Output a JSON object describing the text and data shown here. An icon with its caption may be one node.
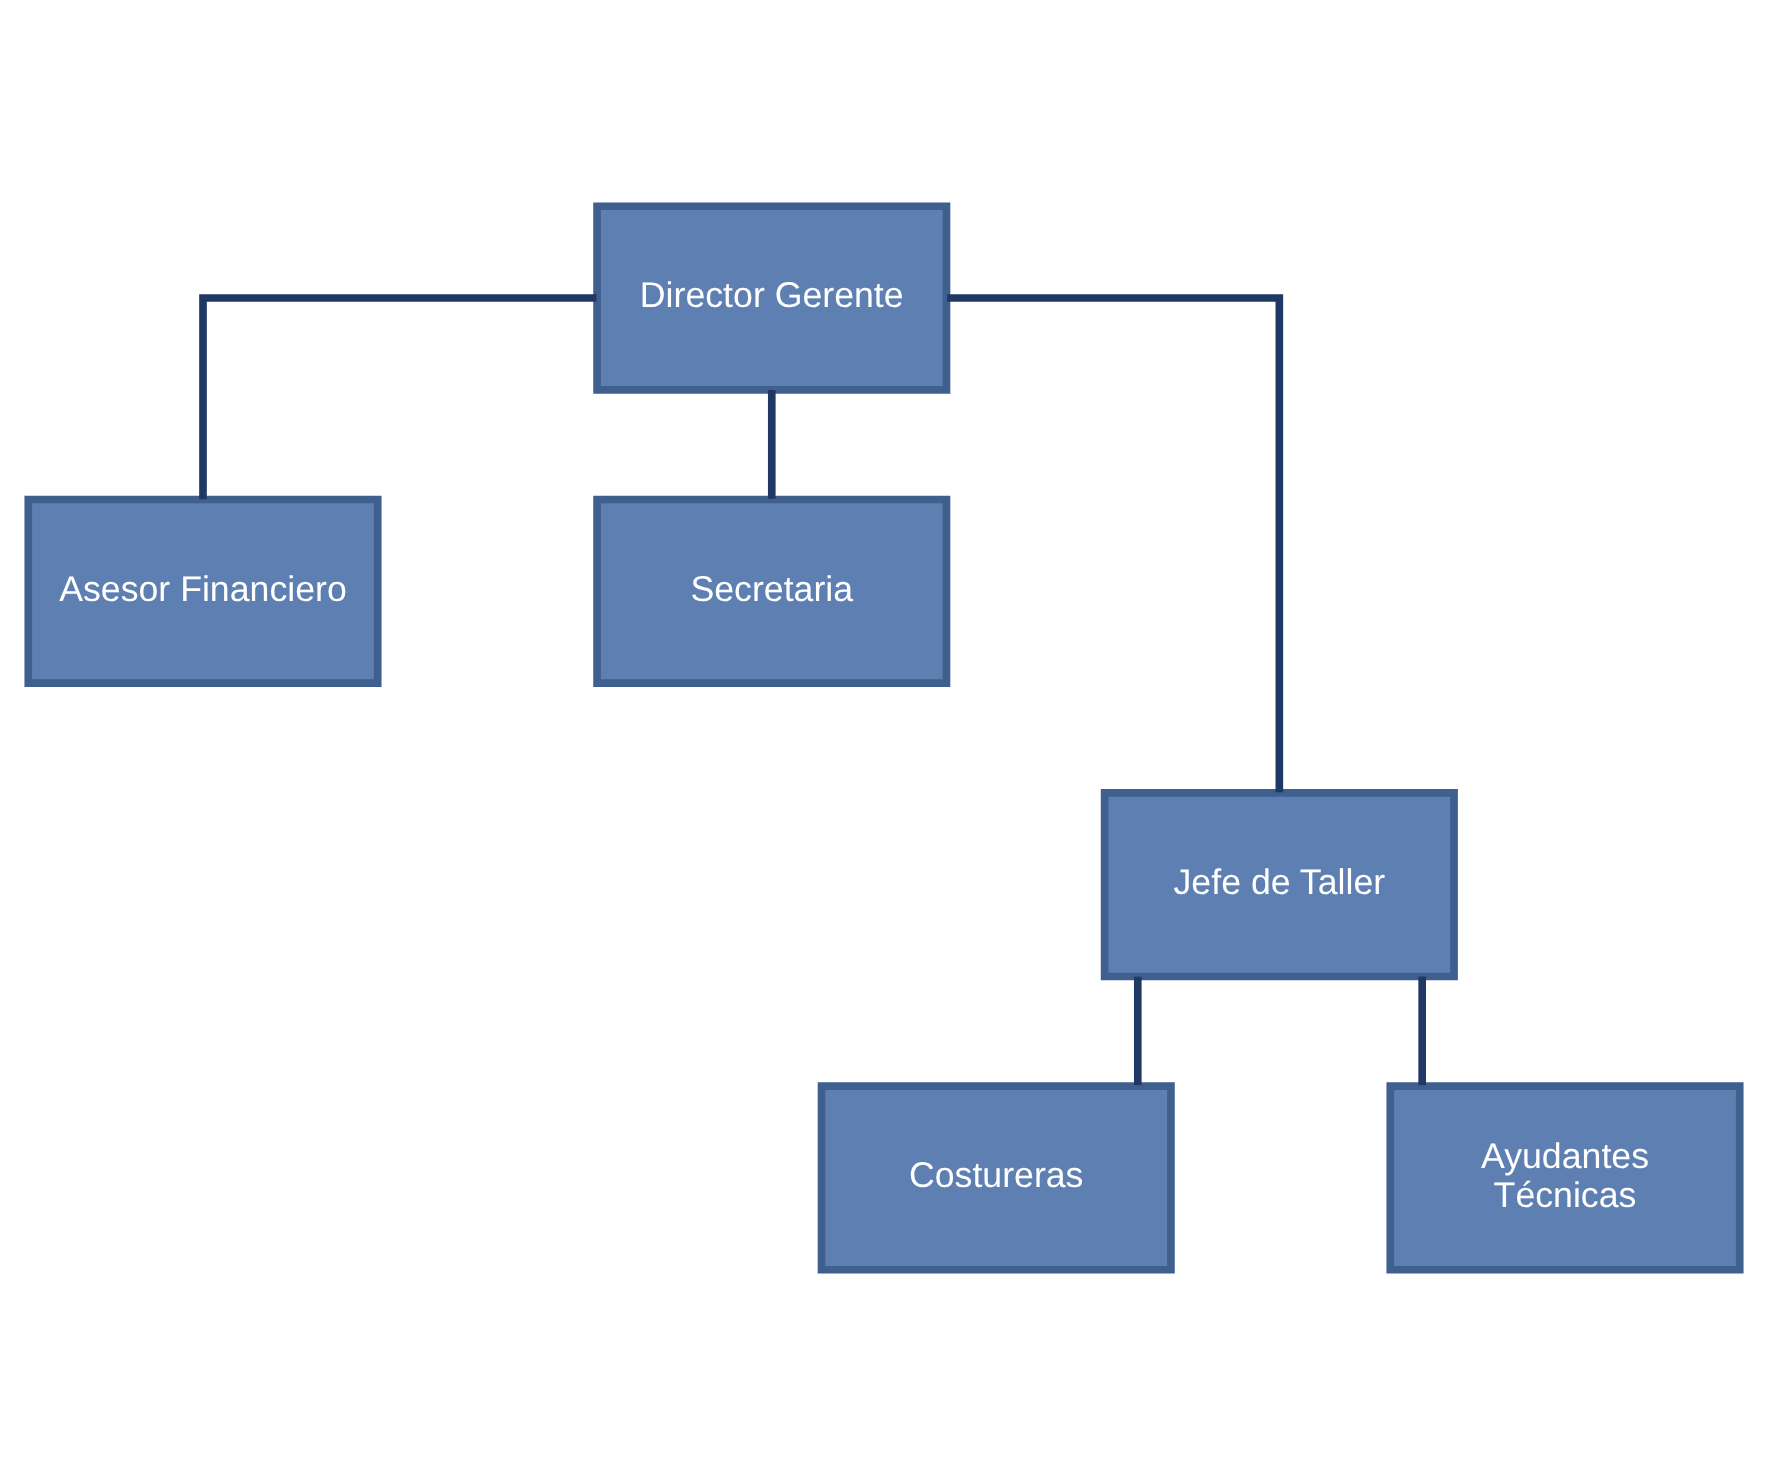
{
  "diagram": {
    "nodes": [
      {
        "text": [
          "Director Gerente"
        ]
      },
      {
        "text": [
          "Asesor Financiero"
        ]
      },
      {
        "text": [
          "Secretaria"
        ]
      },
      {
        "text": [
          "Jefe de Taller"
        ]
      },
      {
        "text": [
          "Costureras"
        ]
      },
      {
        "text": [
          "Ayudantes Técnicas"
        ]
      }
    ],
    "edges": [
      {
        "from": 0,
        "to": 1,
        "arrow": "none"
      },
      {
        "from": 0,
        "to": 2,
        "arrow": "none"
      },
      {
        "from": 0,
        "to": 3,
        "arrow": "none"
      },
      {
        "from": 3,
        "to": 4,
        "arrow": "none"
      },
      {
        "from": 3,
        "to": 5,
        "arrow": "none"
      }
    ]
  }
}
